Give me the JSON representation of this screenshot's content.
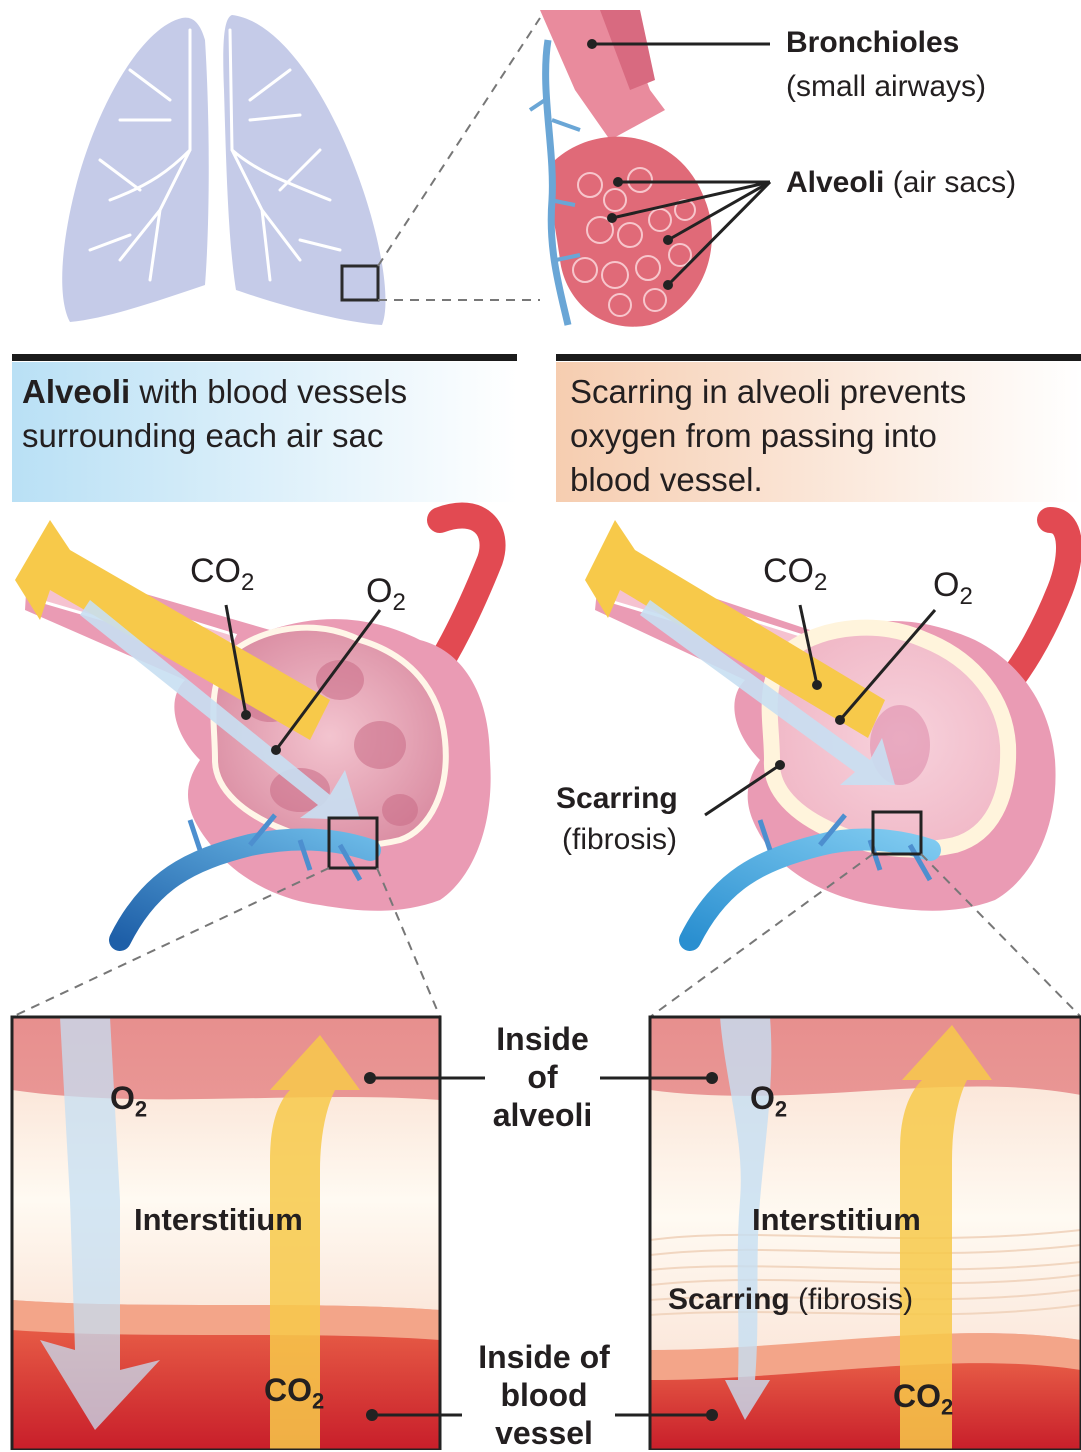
{
  "top": {
    "bronchioles": "Bronchioles",
    "bronchioles_sub": "(small airways)",
    "alveoli": "Alveoli",
    "alveoli_sub": "(air sacs)"
  },
  "left_panel": {
    "caption_bold": "Alveoli",
    "caption_rest": " with blood vessels",
    "caption_line2": "surrounding each air sac",
    "co2": "CO",
    "co2_sub": "2",
    "o2": "O",
    "o2_sub": "2"
  },
  "right_panel": {
    "caption_line1": "Scarring in alveoli prevents",
    "caption_line2": "oxygen from passing into",
    "caption_line3": "blood vessel.",
    "co2": "CO",
    "co2_sub": "2",
    "o2": "O",
    "o2_sub": "2",
    "scarring": "Scarring",
    "fibrosis": "(fibrosis)"
  },
  "bottom": {
    "left_o2": "O",
    "left_o2_sub": "2",
    "left_interstitium": "Interstitium",
    "left_co2": "CO",
    "left_co2_sub": "2",
    "right_o2": "O",
    "right_o2_sub": "2",
    "right_interstitium": "Interstitium",
    "right_scarring": "Scarring",
    "right_fibrosis": " (fibrosis)",
    "right_co2": "CO",
    "right_co2_sub": "2",
    "inside_alveoli": [
      "Inside",
      "of",
      "alveoli"
    ],
    "inside_vessel": [
      "Inside of",
      "blood",
      "vessel"
    ]
  },
  "colors": {
    "lung": "#c5cbe8",
    "airway_pink": "#e88aa0",
    "vessel_red": "#e0404a",
    "vessel_blue": "#3a86c8",
    "co2_arrow": "#f7c341",
    "o2_arrow": "#c3dcf0",
    "caption_blue": "#cfe9f8",
    "caption_peach": "#f9d9c0",
    "scar": "#fff4dc"
  }
}
